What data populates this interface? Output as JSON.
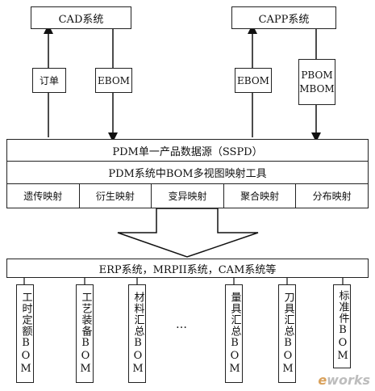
{
  "top": {
    "cad": "CAD系统",
    "capp": "CAPP系统",
    "inputs": [
      {
        "label": "订单"
      },
      {
        "label": "EBOM"
      },
      {
        "label": "EBOM"
      },
      {
        "label": "PBOM\nMBOM"
      }
    ]
  },
  "pdm": {
    "source": "PDM单一产品数据源（SSPD）",
    "tool": "PDM系统中BOM多视图映射工具",
    "mappings": [
      "遗传映射",
      "衍生映射",
      "变异映射",
      "聚合映射",
      "分布映射"
    ]
  },
  "erp": {
    "label": "ERP系统，MRPII系统，CAM系统等",
    "outputs": [
      "工时定额BOM",
      "工艺装备BOM",
      "材料汇总BOM",
      "量具汇总BOM",
      "刀具汇总BOM",
      "标准件BOM"
    ],
    "ellipsis": "…"
  },
  "watermark": {
    "prefix": "e",
    "rest": "works"
  }
}
